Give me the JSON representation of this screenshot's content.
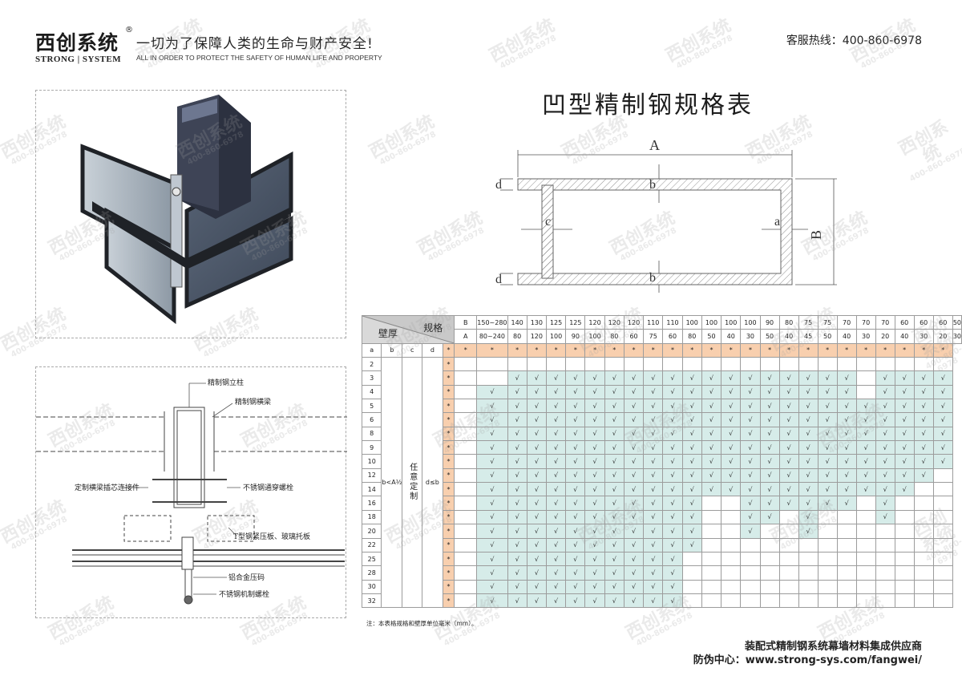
{
  "header": {
    "logo_cn": "西创系统",
    "logo_reg": "®",
    "logo_en": "STRONG | SYSTEM",
    "slogan_cn": "一切为了保障人类的生命与财产安全!",
    "slogan_en": "ALL IN ORDER TO PROTECT THE SAFETY OF HUMAN LIFE AND PROPERTY",
    "hotline": "客服热线：400-860-6978"
  },
  "title": "凹型精制钢规格表",
  "section_labels": {
    "A": "A",
    "B": "B",
    "a": "a",
    "b": "b",
    "c": "c",
    "d": "d"
  },
  "detail_labels": {
    "column": "精制钢立柱",
    "beam": "精制钢横梁",
    "connector": "定制横梁插芯连接件",
    "through_bolt": "不锈钢通穿螺栓",
    "pressure_plate": "T型钢紧压板、玻璃托板",
    "clip": "铝合金压码",
    "machine_bolt": "不锈钢机制螺栓"
  },
  "table": {
    "corner_top": "规格",
    "corner_bottom": "壁厚",
    "row_b_label": "B",
    "row_a_label": "A",
    "col_labels": [
      "a",
      "b",
      "c",
      "d"
    ],
    "B_values": [
      "150~280",
      "140",
      "130",
      "125",
      "125",
      "120",
      "120",
      "120",
      "110",
      "110",
      "100",
      "100",
      "100",
      "100",
      "90",
      "80",
      "75",
      "75",
      "70",
      "70",
      "70",
      "60",
      "60",
      "60",
      "50"
    ],
    "A_values": [
      "80~240",
      "80",
      "120",
      "100",
      "90",
      "100",
      "80",
      "60",
      "75",
      "60",
      "80",
      "50",
      "40",
      "30",
      "50",
      "40",
      "45",
      "50",
      "40",
      "30",
      "20",
      "40",
      "30",
      "20",
      "30"
    ],
    "star_symbol": "*",
    "check_symbol": "√",
    "thickness_rows": [
      "2",
      "3",
      "4",
      "5",
      "6",
      "8",
      "9",
      "10",
      "12",
      "14",
      "16",
      "18",
      "20",
      "22",
      "25",
      "28",
      "30",
      "32"
    ],
    "b_rule": "b<A½",
    "c_rule": "任意定制",
    "d_rule": "d≤b",
    "availability": [
      [],
      [
        2,
        3,
        4,
        5,
        6,
        7,
        8,
        9,
        10,
        11,
        12,
        13,
        14,
        15,
        16,
        17,
        18,
        19,
        21,
        22,
        23,
        24
      ],
      [
        1,
        2,
        3,
        4,
        5,
        6,
        7,
        8,
        9,
        10,
        11,
        12,
        13,
        14,
        15,
        16,
        17,
        18,
        19,
        21,
        22,
        23,
        24
      ],
      [
        1,
        2,
        3,
        4,
        5,
        6,
        7,
        8,
        9,
        10,
        11,
        12,
        13,
        14,
        15,
        16,
        17,
        18,
        19,
        20,
        21,
        22,
        23,
        24
      ],
      [
        1,
        2,
        3,
        4,
        5,
        6,
        7,
        8,
        9,
        10,
        11,
        12,
        13,
        14,
        15,
        16,
        17,
        18,
        19,
        20,
        21,
        22,
        23,
        24
      ],
      [
        1,
        2,
        3,
        4,
        5,
        6,
        7,
        8,
        9,
        10,
        11,
        12,
        13,
        14,
        15,
        16,
        17,
        18,
        19,
        20,
        21,
        22,
        23,
        24
      ],
      [
        1,
        2,
        3,
        4,
        5,
        6,
        7,
        8,
        9,
        10,
        11,
        12,
        13,
        14,
        15,
        16,
        17,
        18,
        19,
        20,
        21,
        22,
        23,
        24
      ],
      [
        1,
        2,
        3,
        4,
        5,
        6,
        7,
        8,
        9,
        10,
        11,
        12,
        13,
        14,
        15,
        16,
        17,
        18,
        19,
        20,
        21,
        22,
        23,
        24
      ],
      [
        1,
        2,
        3,
        4,
        5,
        6,
        7,
        8,
        9,
        10,
        11,
        12,
        13,
        14,
        15,
        16,
        17,
        18,
        19,
        20,
        21,
        22,
        23
      ],
      [
        1,
        2,
        3,
        4,
        5,
        6,
        7,
        8,
        9,
        10,
        11,
        12,
        13,
        14,
        15,
        16,
        17,
        18,
        19,
        20,
        21,
        22
      ],
      [
        1,
        2,
        3,
        4,
        5,
        6,
        7,
        8,
        9,
        10,
        11,
        14,
        15,
        16,
        17,
        18,
        19,
        21
      ],
      [
        1,
        2,
        3,
        4,
        5,
        6,
        7,
        8,
        9,
        10,
        11,
        14,
        15,
        17,
        21
      ],
      [
        1,
        2,
        3,
        4,
        5,
        6,
        7,
        8,
        9,
        10,
        11,
        14,
        17
      ],
      [
        1,
        2,
        3,
        4,
        5,
        6,
        7,
        8,
        9,
        10,
        11
      ],
      [
        1,
        2,
        3,
        4,
        5,
        6,
        7,
        8,
        9,
        10
      ],
      [
        1,
        2,
        3,
        4,
        5,
        6,
        7,
        8,
        9,
        10
      ],
      [
        1,
        2,
        3,
        4,
        5,
        6,
        7,
        8,
        9,
        10
      ],
      [
        1,
        2,
        3,
        4,
        5,
        6,
        7,
        8,
        9,
        10
      ]
    ],
    "note": "注：本表格规格和壁厚单位毫米（mm）。"
  },
  "footer": {
    "company": "装配式精制钢系统幕墙材料集成供应商",
    "website": "防伪中心：www.strong-sys.com/fangwei/"
  },
  "watermark": {
    "cn": "西创系统",
    "phone": "400-860-6978"
  },
  "colors": {
    "star_fill": "#f8cfae",
    "check_fill": "#d6ece9",
    "frame_dark": "#1f2227",
    "glass": "#4a5566"
  }
}
